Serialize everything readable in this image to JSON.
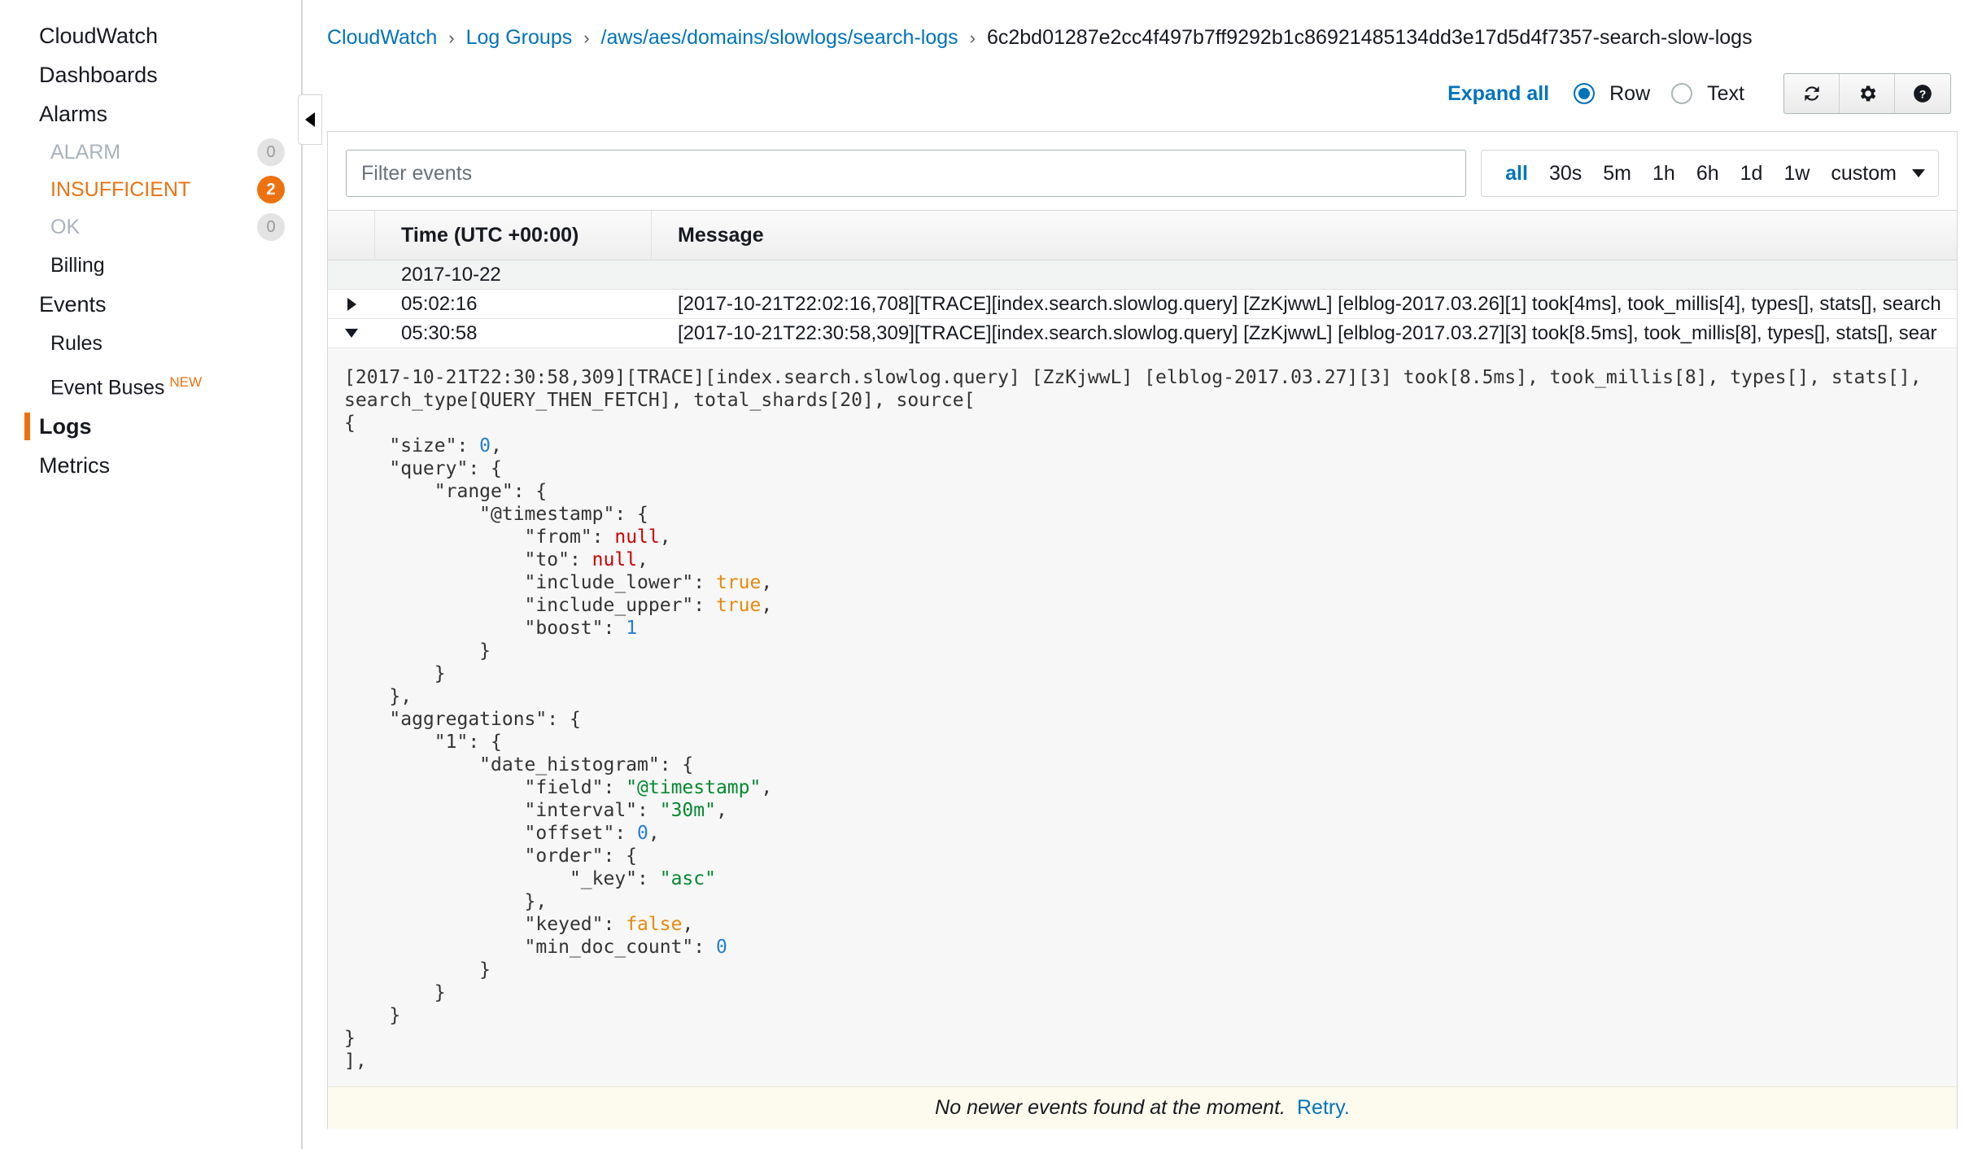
{
  "sidebar": {
    "items": [
      {
        "label": "CloudWatch",
        "type": "top"
      },
      {
        "label": "Dashboards",
        "type": "top"
      },
      {
        "label": "Alarms",
        "type": "top"
      }
    ],
    "alarm_states": [
      {
        "label": "ALARM",
        "count": "0",
        "style": "muted"
      },
      {
        "label": "INSUFFICIENT",
        "count": "2",
        "style": "warn"
      },
      {
        "label": "OK",
        "count": "0",
        "style": "muted"
      }
    ],
    "billing_label": "Billing",
    "events_label": "Events",
    "rules_label": "Rules",
    "event_buses_label": "Event Buses",
    "event_buses_tag": "NEW",
    "logs_label": "Logs",
    "metrics_label": "Metrics",
    "collapse_icon": "caret-left-icon",
    "accent_color": "#ec7211",
    "link_color": "#0073bb"
  },
  "breadcrumb": {
    "items": [
      {
        "label": "CloudWatch",
        "link": true
      },
      {
        "label": "Log Groups",
        "link": true
      },
      {
        "label": "/aws/aes/domains/slowlogs/search-logs",
        "link": true
      },
      {
        "label": "6c2bd01287e2cc4f497b7ff9292b1c86921485134dd3e17d5d4f7357-search-slow-logs",
        "link": false
      }
    ],
    "separator": "›"
  },
  "toolbar": {
    "expand_all_label": "Expand all",
    "row_label": "Row",
    "text_label": "Text",
    "selected_view": "Row",
    "buttons": [
      {
        "name": "refresh-button",
        "glyph": "↻"
      },
      {
        "name": "settings-button",
        "glyph": "⚙"
      },
      {
        "name": "help-button",
        "glyph": "?"
      }
    ]
  },
  "filter": {
    "value": "",
    "placeholder": "Filter events"
  },
  "time_ranges": {
    "options": [
      "all",
      "30s",
      "5m",
      "1h",
      "6h",
      "1d",
      "1w"
    ],
    "selected": "all",
    "custom_label": "custom"
  },
  "table": {
    "headers": {
      "time": "Time (UTC +00:00)",
      "message": "Message"
    },
    "date_group": "2017-10-22",
    "rows": [
      {
        "expanded": false,
        "time": "05:02:16",
        "message": "[2017-10-21T22:02:16,708][TRACE][index.search.slowlog.query] [ZzKjwwL] [elblog-2017.03.26][1] took[4ms], took_millis[4], types[], stats[], search"
      },
      {
        "expanded": true,
        "time": "05:30:58",
        "message": "[2017-10-21T22:30:58,309][TRACE][index.search.slowlog.query] [ZzKjwwL] [elblog-2017.03.27][3] took[8.5ms], took_millis[8], types[], stats[], sear"
      }
    ]
  },
  "detail": {
    "header_line_1": "[2017-10-21T22:30:58,309][TRACE][index.search.slowlog.query] [ZzKjwwL] [elblog-2017.03.27][3] took[8.5ms], took_millis[8], types[], stats[],",
    "header_line_2": "search_type[QUERY_THEN_FETCH], total_shards[20], source[",
    "json_lines": [
      "{",
      "    \"size\": 0,",
      "    \"query\": {",
      "        \"range\": {",
      "            \"@timestamp\": {",
      "                \"from\": null,",
      "                \"to\": null,",
      "                \"include_lower\": true,",
      "                \"include_upper\": true,",
      "                \"boost\": 1",
      "            }",
      "        }",
      "    },",
      "    \"aggregations\": {",
      "        \"1\": {",
      "            \"date_histogram\": {",
      "                \"field\": \"@timestamp\",",
      "                \"interval\": \"30m\",",
      "                \"offset\": 0,",
      "                \"order\": {",
      "                    \"_key\": \"asc\"",
      "                },",
      "                \"keyed\": false,",
      "                \"min_doc_count\": 0",
      "            }",
      "        }",
      "    }",
      "}",
      "],"
    ]
  },
  "footer": {
    "message": "No newer events found at the moment.",
    "retry_label": "Retry."
  }
}
